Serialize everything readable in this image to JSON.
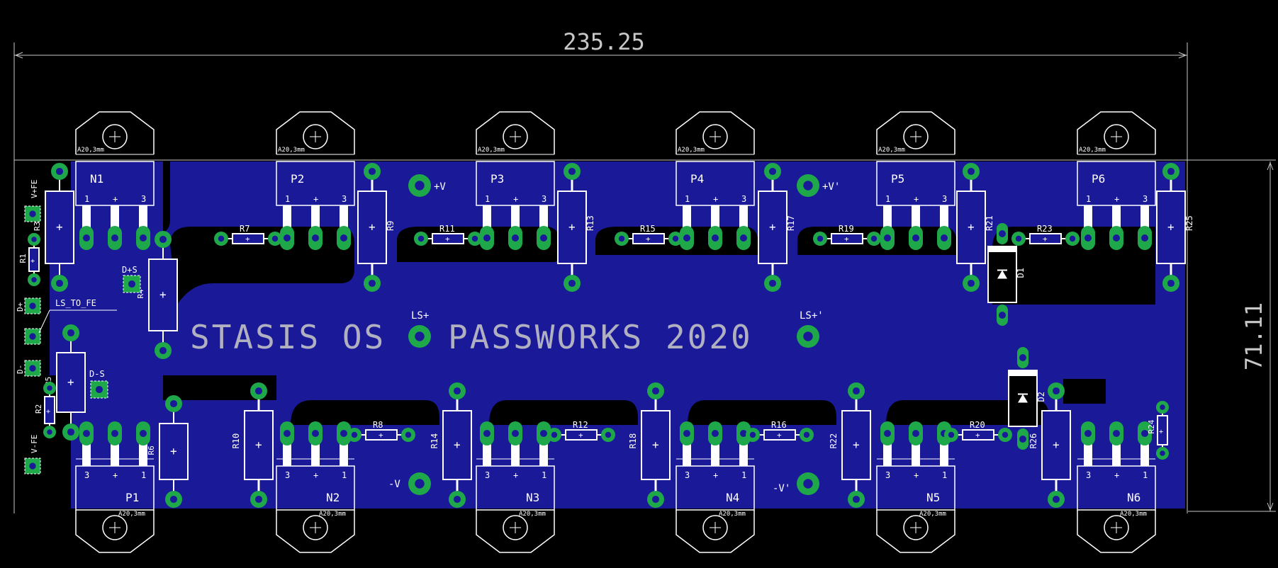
{
  "dimensions": {
    "width_label": "235.25",
    "height_label": "71.11"
  },
  "title_left": "STASIS OS",
  "title_right": "PASSWORKS 2020",
  "package_label": "A20,3mm",
  "top_transistors": [
    {
      "ref": "N1",
      "pins": [
        "1",
        "+",
        "3"
      ]
    },
    {
      "ref": "P2",
      "pins": [
        "1",
        "+",
        "3"
      ]
    },
    {
      "ref": "P3",
      "pins": [
        "1",
        "+",
        "3"
      ]
    },
    {
      "ref": "P4",
      "pins": [
        "1",
        "+",
        "3"
      ]
    },
    {
      "ref": "P5",
      "pins": [
        "1",
        "+",
        "3"
      ]
    },
    {
      "ref": "P6",
      "pins": [
        "1",
        "+",
        "3"
      ]
    }
  ],
  "bottom_transistors": [
    {
      "ref": "P1",
      "pins": [
        "3",
        "+",
        "1"
      ]
    },
    {
      "ref": "N2",
      "pins": [
        "3",
        "+",
        "1"
      ]
    },
    {
      "ref": "N3",
      "pins": [
        "3",
        "+",
        "1"
      ]
    },
    {
      "ref": "N4",
      "pins": [
        "3",
        "+",
        "1"
      ]
    },
    {
      "ref": "N5",
      "pins": [
        "3",
        "+",
        "1"
      ]
    },
    {
      "ref": "N6",
      "pins": [
        "3",
        "+",
        "1"
      ]
    }
  ],
  "small_resistors_top": [
    "R7",
    "R11",
    "R15",
    "R19",
    "R23"
  ],
  "small_resistors_bottom": [
    "R8",
    "R12",
    "R16",
    "R20"
  ],
  "power_resistors_top": [
    "R9",
    "R13",
    "R17",
    "R21",
    "R25"
  ],
  "power_resistors_bottom": [
    "R10",
    "R14",
    "R18",
    "R22",
    "R26"
  ],
  "misc_resistors": [
    "R1",
    "R2",
    "R3",
    "R4",
    "R5",
    "R6",
    "R24"
  ],
  "diodes": [
    "D1",
    "D2"
  ],
  "connectors": {
    "vplus_fe": "V+FE",
    "vminus_fe": "V-FE",
    "d_plus": "D+",
    "d_minus": "D-",
    "ls_to_fe": "LS_TO_FE",
    "d_plus_s": "D+S",
    "d_minus_s": "D-S"
  },
  "rail_labels": {
    "v_plus": "+V",
    "v_plus_2": "+V'",
    "v_minus": "-V",
    "v_minus_2": "-V'",
    "ls_plus": "LS+",
    "ls_plus_2": "LS+'"
  },
  "colors": {
    "board": "#1a1a99",
    "pad": "#1fa84a",
    "drill": "#1a1a99",
    "silk": "#ffffff",
    "title": "#b0b0c0",
    "dim": "#c0c0c0"
  }
}
